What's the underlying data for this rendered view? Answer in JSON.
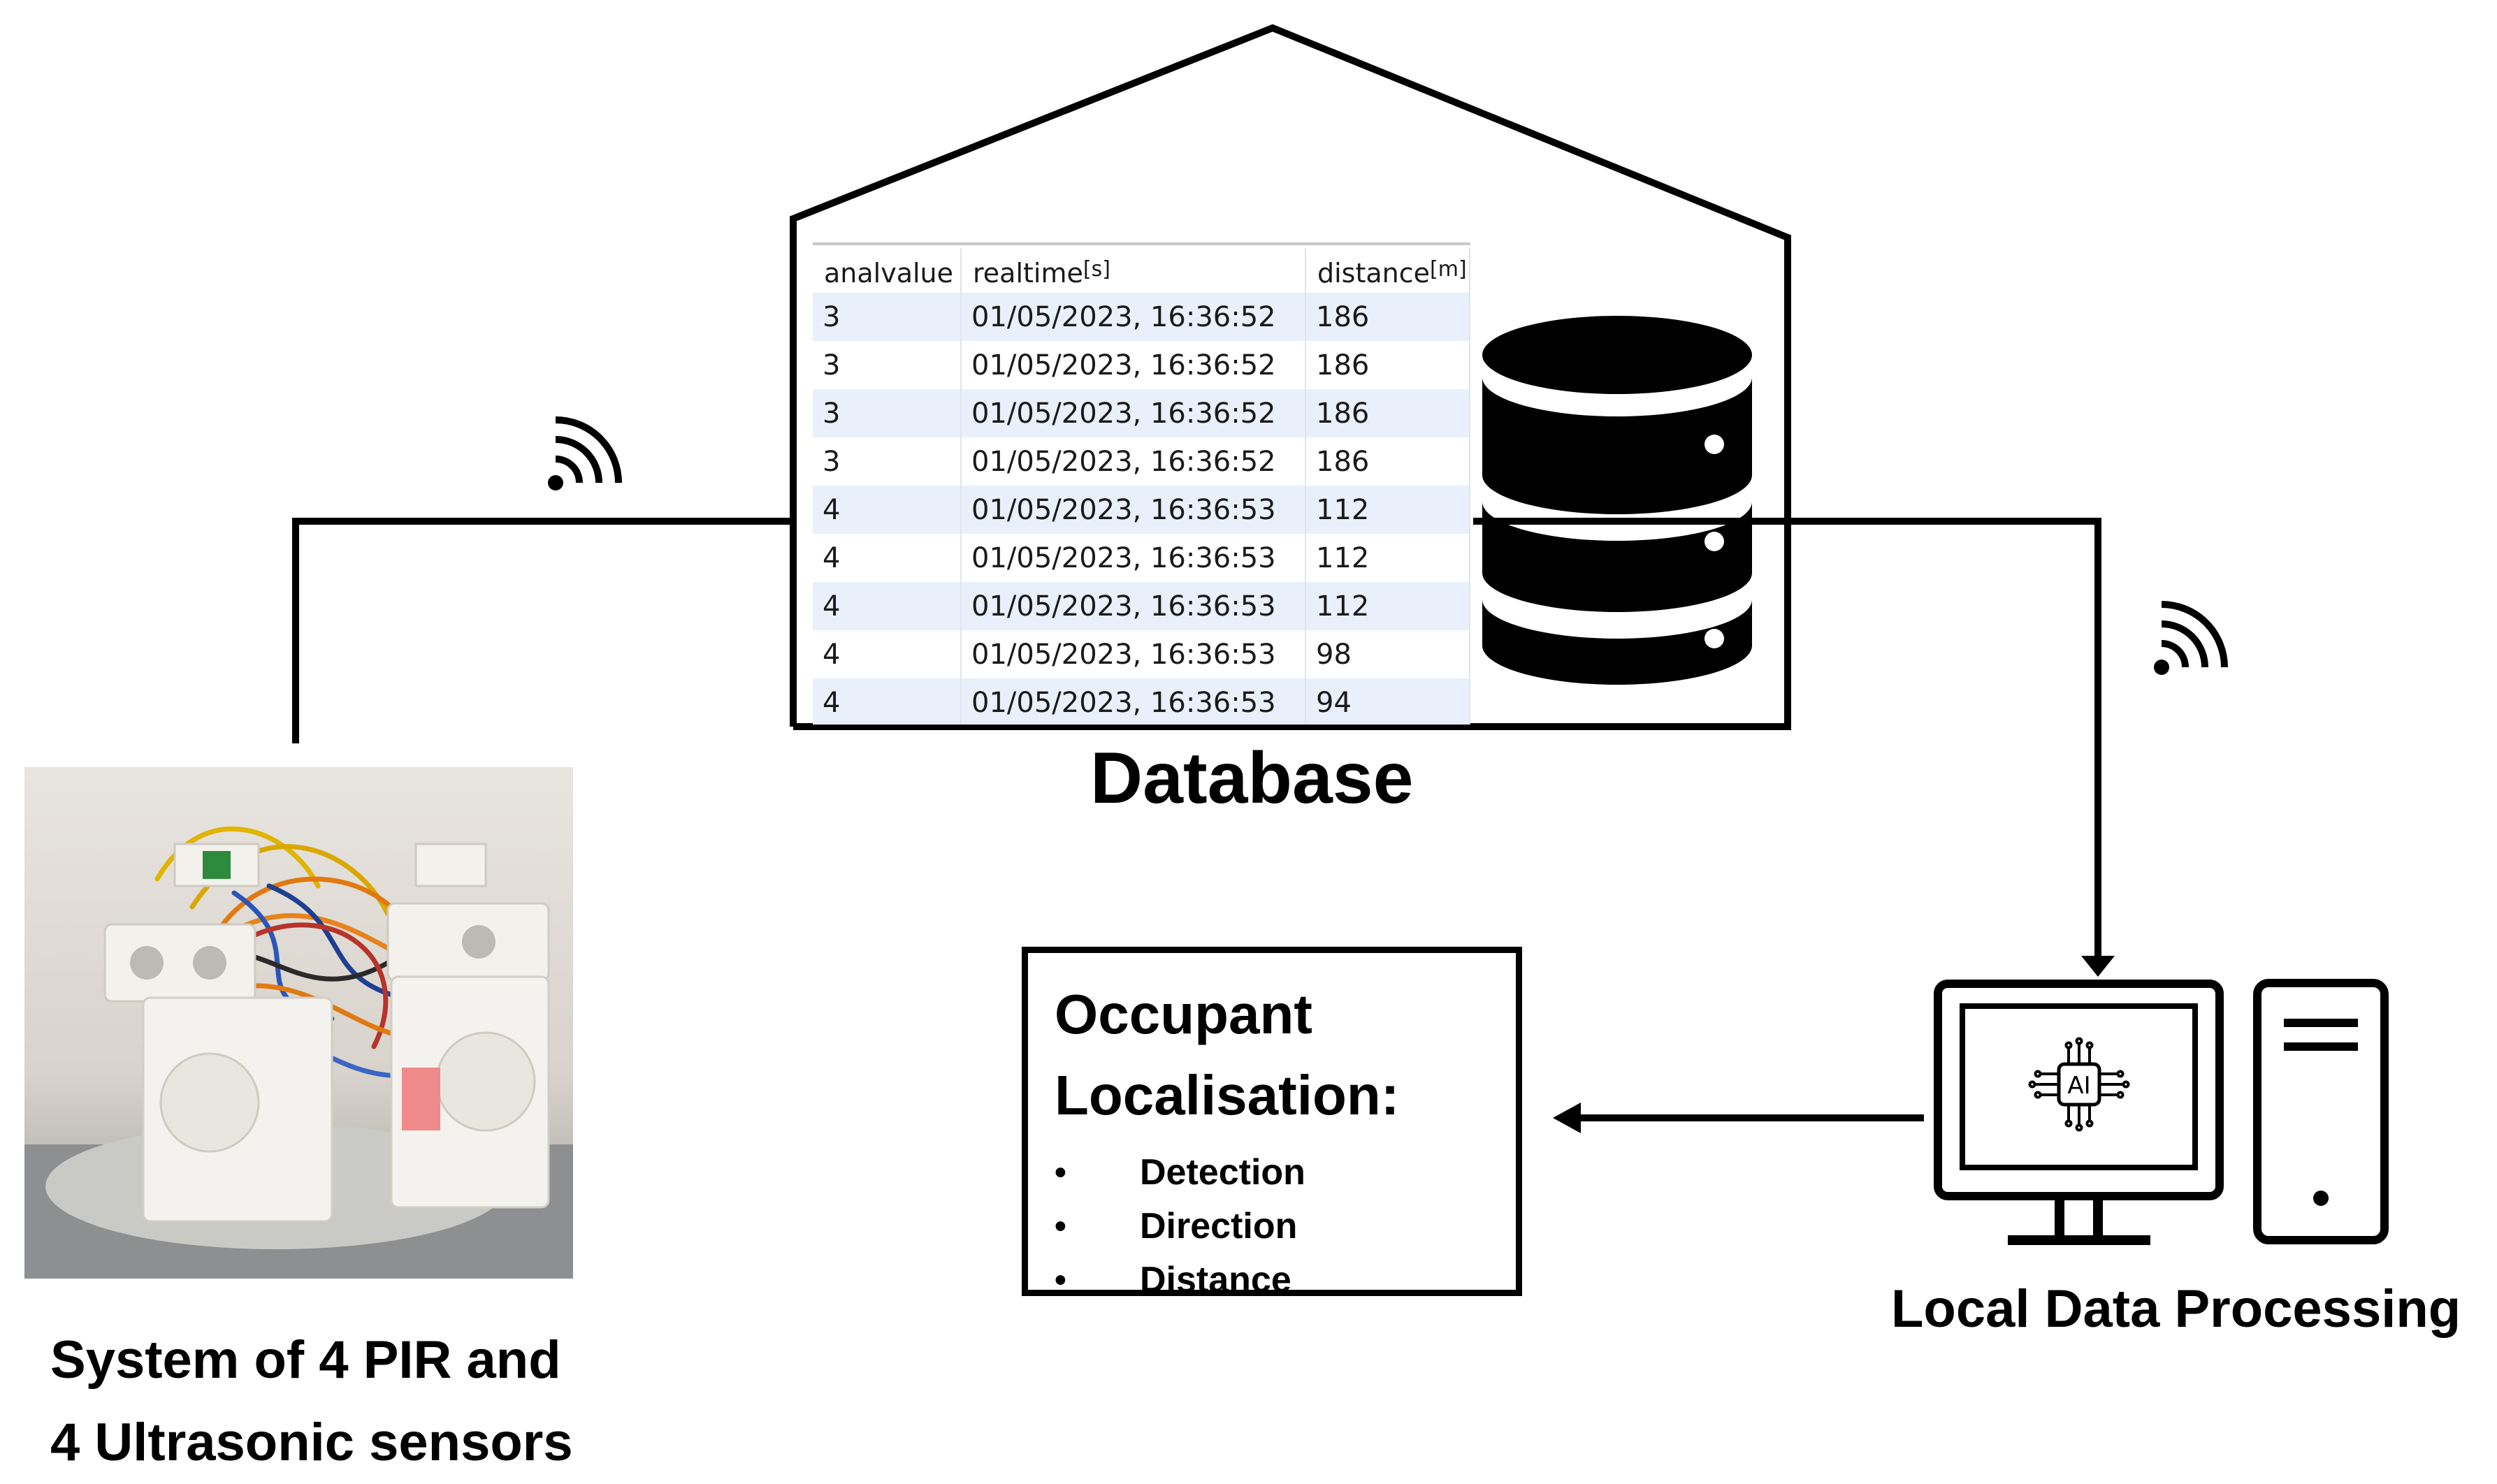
{
  "database": {
    "title": "Database",
    "columns": [
      {
        "name": "analvalue",
        "unit": ""
      },
      {
        "name": "realtime",
        "unit": "[s]"
      },
      {
        "name": "distance",
        "unit": "[m]"
      }
    ],
    "rows": [
      [
        "3",
        "01/05/2023, 16:36:52",
        "186"
      ],
      [
        "3",
        "01/05/2023, 16:36:52",
        "186"
      ],
      [
        "3",
        "01/05/2023, 16:36:52",
        "186"
      ],
      [
        "3",
        "01/05/2023, 16:36:52",
        "186"
      ],
      [
        "4",
        "01/05/2023, 16:36:53",
        "112"
      ],
      [
        "4",
        "01/05/2023, 16:36:53",
        "112"
      ],
      [
        "4",
        "01/05/2023, 16:36:53",
        "112"
      ],
      [
        "4",
        "01/05/2023, 16:36:53",
        "98"
      ],
      [
        "4",
        "01/05/2023, 16:36:53",
        "94"
      ]
    ]
  },
  "sensor": {
    "title_line1": "System of 4 PIR and",
    "title_line2": "4 Ultrasonic sensors"
  },
  "processing": {
    "title": "Local Data Processing",
    "chip_label": "AI"
  },
  "occupant": {
    "title_line1": "Occupant",
    "title_line2": "Localisation:",
    "items": [
      "Detection",
      "Direction",
      "Distance"
    ]
  },
  "icons": [
    "wifi-icon",
    "database-icon",
    "computer-monitor-icon",
    "ai-chip-icon",
    "computer-tower-icon"
  ]
}
